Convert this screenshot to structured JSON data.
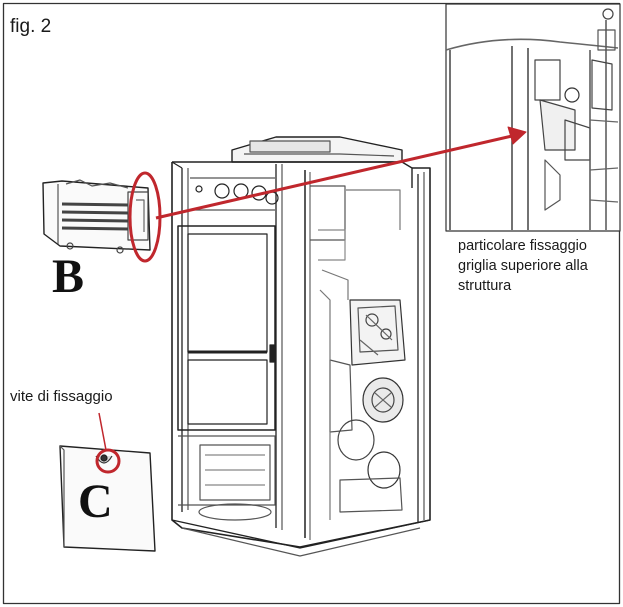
{
  "figure_label": "fig. 2",
  "detail_caption": [
    "particolare fissaggio",
    "griglia superiore alla",
    "struttura"
  ],
  "screw_label": "vite di fissaggio",
  "panel_labels": [
    "B",
    "C"
  ],
  "colors": {
    "callout_red": "#c0272d",
    "line_dark": "#222222",
    "background": "#ffffff"
  }
}
